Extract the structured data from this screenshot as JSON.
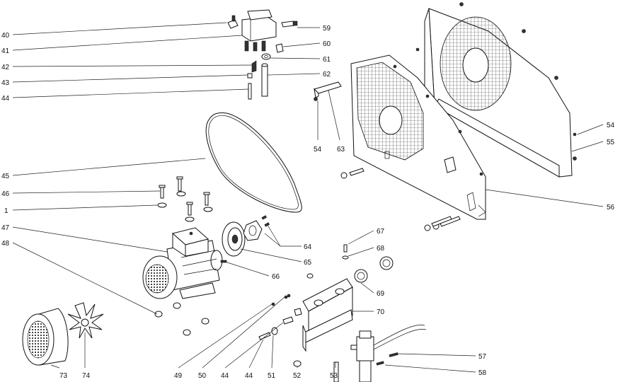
{
  "diagram": {
    "labels": [
      {
        "id": "40",
        "text": "40"
      },
      {
        "id": "41",
        "text": "41"
      },
      {
        "id": "42",
        "text": "42"
      },
      {
        "id": "43",
        "text": "43"
      },
      {
        "id": "44a",
        "text": "44"
      },
      {
        "id": "45",
        "text": "45"
      },
      {
        "id": "46",
        "text": "46"
      },
      {
        "id": "1",
        "text": "1"
      },
      {
        "id": "47",
        "text": "47"
      },
      {
        "id": "48",
        "text": "48"
      },
      {
        "id": "59",
        "text": "59"
      },
      {
        "id": "60",
        "text": "60"
      },
      {
        "id": "61",
        "text": "61"
      },
      {
        "id": "62",
        "text": "62"
      },
      {
        "id": "54a",
        "text": "54"
      },
      {
        "id": "63",
        "text": "63"
      },
      {
        "id": "54b",
        "text": "54"
      },
      {
        "id": "55",
        "text": "55"
      },
      {
        "id": "56",
        "text": "56"
      },
      {
        "id": "67",
        "text": "67"
      },
      {
        "id": "68",
        "text": "68"
      },
      {
        "id": "64",
        "text": "64"
      },
      {
        "id": "65",
        "text": "65"
      },
      {
        "id": "66",
        "text": "66"
      },
      {
        "id": "69",
        "text": "69"
      },
      {
        "id": "70",
        "text": "70"
      },
      {
        "id": "57",
        "text": "57"
      },
      {
        "id": "58",
        "text": "58"
      },
      {
        "id": "73",
        "text": "73"
      },
      {
        "id": "74",
        "text": "74"
      },
      {
        "id": "49",
        "text": "49"
      },
      {
        "id": "50",
        "text": "50"
      },
      {
        "id": "44b",
        "text": "44"
      },
      {
        "id": "44c",
        "text": "44"
      },
      {
        "id": "51",
        "text": "51"
      },
      {
        "id": "52",
        "text": "52"
      },
      {
        "id": "53",
        "text": "53"
      }
    ]
  }
}
